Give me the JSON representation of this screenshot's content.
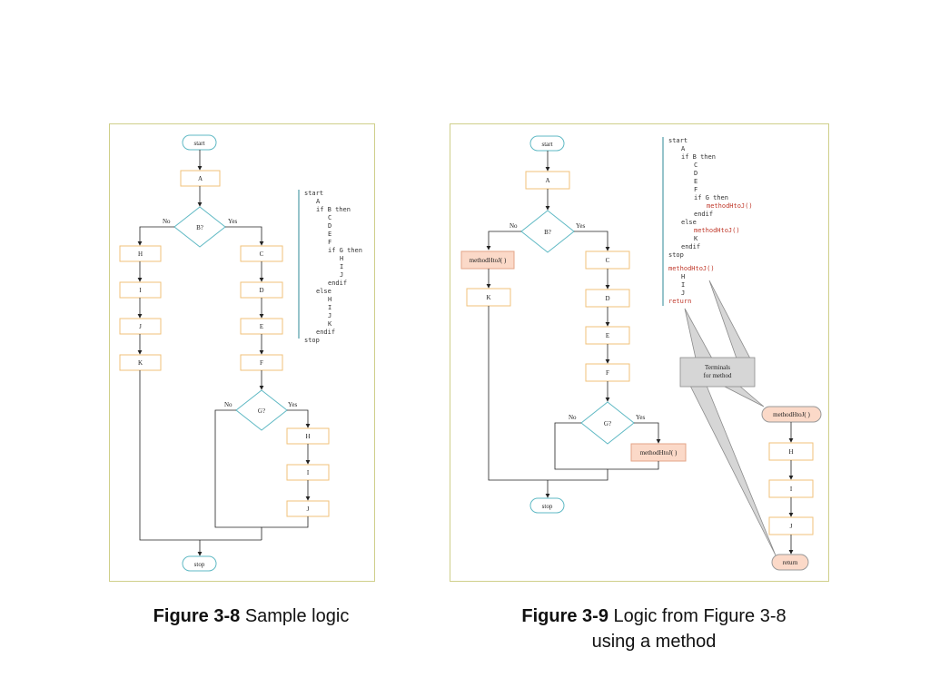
{
  "left": {
    "flow": {
      "start": "start",
      "a": "A",
      "b": "B?",
      "no": "No",
      "yes": "Yes",
      "h": "H",
      "i": "I",
      "j": "J",
      "k": "K",
      "c": "C",
      "d": "D",
      "e": "E",
      "f": "F",
      "g": "G?",
      "h2": "H",
      "i2": "I",
      "j2": "J",
      "stop": "stop"
    },
    "code": [
      "start",
      "A",
      "if B then",
      "C",
      "D",
      "E",
      "F",
      "if G then",
      "H",
      "I",
      "J",
      "endif",
      "else",
      "H",
      "I",
      "J",
      "K",
      "endif",
      "stop"
    ]
  },
  "right": {
    "flow": {
      "start": "start",
      "a": "A",
      "b": "B?",
      "no": "No",
      "yes": "Yes",
      "m1": "methodHtoJ( )",
      "k": "K",
      "c": "C",
      "d": "D",
      "e": "E",
      "f": "F",
      "g": "G?",
      "m2": "methodHtoJ( )",
      "stop": "stop"
    },
    "code": [
      "start",
      "A",
      "if B then",
      "C",
      "D",
      "E",
      "F",
      "if G then",
      "methodHtoJ()",
      "endif",
      "else",
      "methodHtoJ()",
      "K",
      "endif",
      "stop",
      "methodHtoJ()",
      "H",
      "I",
      "J",
      "return"
    ],
    "callout": [
      "Terminals",
      "for method"
    ],
    "method": {
      "entry": "methodHtoJ( )",
      "h": "H",
      "i": "I",
      "j": "J",
      "ret": "return"
    }
  },
  "captions": {
    "left_bold": "Figure 3-8",
    "left_text": "Sample logic",
    "right_bold": "Figure 3-9",
    "right_text": "Logic from Figure 3-8",
    "right_text2": "using a method"
  }
}
